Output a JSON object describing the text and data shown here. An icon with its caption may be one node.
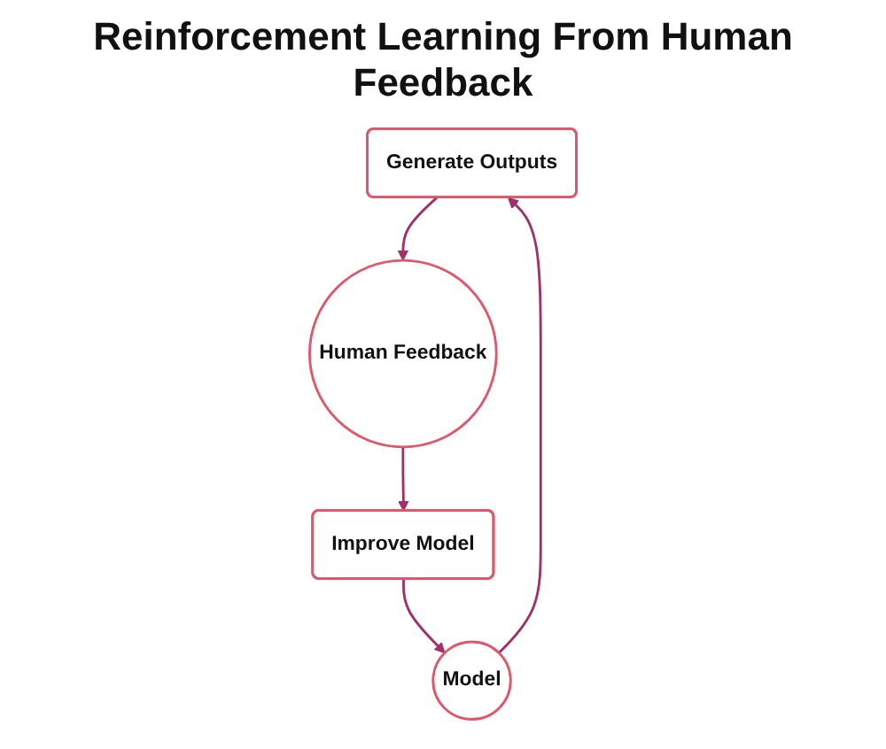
{
  "diagram": {
    "title": "Reinforcement Learning From Human Feedback",
    "nodes": [
      {
        "text": [
          "Generate Outputs"
        ]
      },
      {
        "text": [
          "Human Feedback"
        ]
      },
      {
        "text": [
          "Improve Model"
        ]
      },
      {
        "text": [
          "Model"
        ]
      }
    ],
    "edges": [
      {
        "from": 0,
        "to": 1,
        "arrow": "to"
      },
      {
        "from": 1,
        "to": 2,
        "arrow": "to"
      },
      {
        "from": 2,
        "to": 3,
        "arrow": "to"
      },
      {
        "from": 3,
        "to": 0,
        "arrow": "to"
      }
    ]
  }
}
